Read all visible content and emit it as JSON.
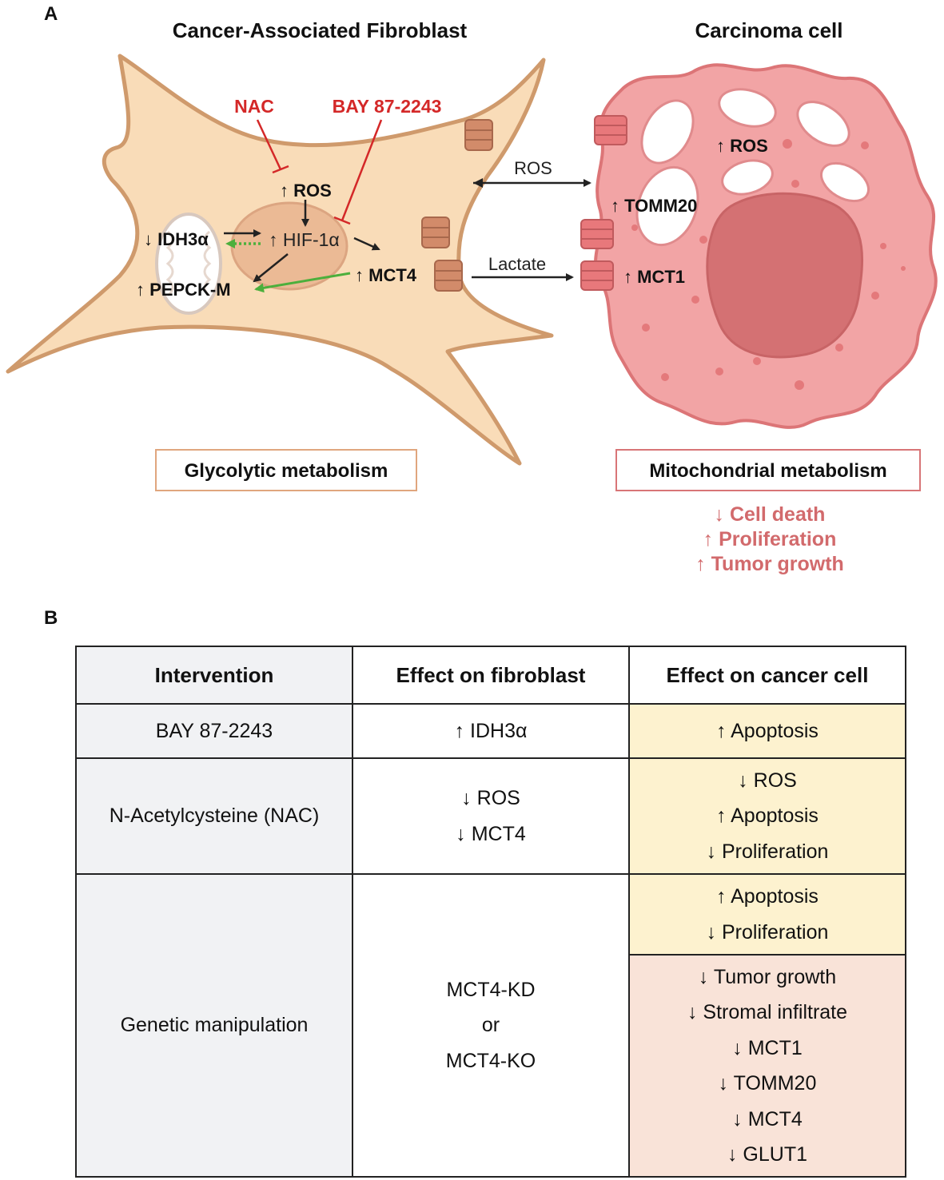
{
  "panel_a": {
    "label": "A",
    "fibroblast_title": "Cancer-Associated Fibroblast",
    "carcinoma_title": "Carcinoma cell",
    "inhibitors": {
      "nac": "NAC",
      "bay": "BAY 87-2243"
    },
    "fibroblast_labels": {
      "ros": "↑ ROS",
      "idh3a": "↓ IDH3α",
      "hif1a": "↑ HIF-1α",
      "mct4": "↑ MCT4",
      "pepck": "↑ PEPCK-M"
    },
    "exchange_labels": {
      "ros": "ROS",
      "lactate": "Lactate"
    },
    "carcinoma_labels": {
      "ros": "↑ ROS",
      "tomm20": "↑ TOMM20",
      "mct1": "↑ MCT1"
    },
    "glycolytic_box": "Glycolytic metabolism",
    "mito_box": "Mitochondrial metabolism",
    "outcomes": [
      "↓ Cell death",
      "↑ Proliferation",
      "↑ Tumor growth"
    ],
    "colors": {
      "fibroblast_fill": "#f9dcb8",
      "fibroblast_stroke": "#cf9a6c",
      "carcinoma_fill": "#f2a4a5",
      "carcinoma_stroke": "#dc7577",
      "nucleus_fill": "#d47173",
      "inhibitor_red": "#d42828",
      "outcome_red": "#d26a6c",
      "green_arrow": "#4caf3c"
    }
  },
  "panel_b": {
    "label": "B",
    "headers": [
      "Intervention",
      "Effect on fibroblast",
      "Effect on cancer cell"
    ],
    "row1": {
      "intervention": "BAY 87-2243",
      "fibroblast": "↑ IDH3α",
      "cancer": "↑ Apoptosis"
    },
    "row2": {
      "intervention": "N-Acetylcysteine (NAC)",
      "fibroblast": [
        "↓ ROS",
        "↓ MCT4"
      ],
      "cancer": [
        "↓ ROS",
        "↑ Apoptosis",
        "↓ Proliferation"
      ]
    },
    "row3": {
      "intervention": "Genetic manipulation",
      "fibroblast": [
        "MCT4-KD",
        "or",
        "MCT4-KO"
      ],
      "cancer_a": [
        "↑ Apoptosis",
        "↓ Proliferation"
      ],
      "cancer_b": [
        "↓ Tumor growth",
        "↓ Stromal infiltrate",
        "↓ MCT1",
        "↓ TOMM20",
        "↓ MCT4",
        "↓ GLUT1"
      ]
    }
  }
}
